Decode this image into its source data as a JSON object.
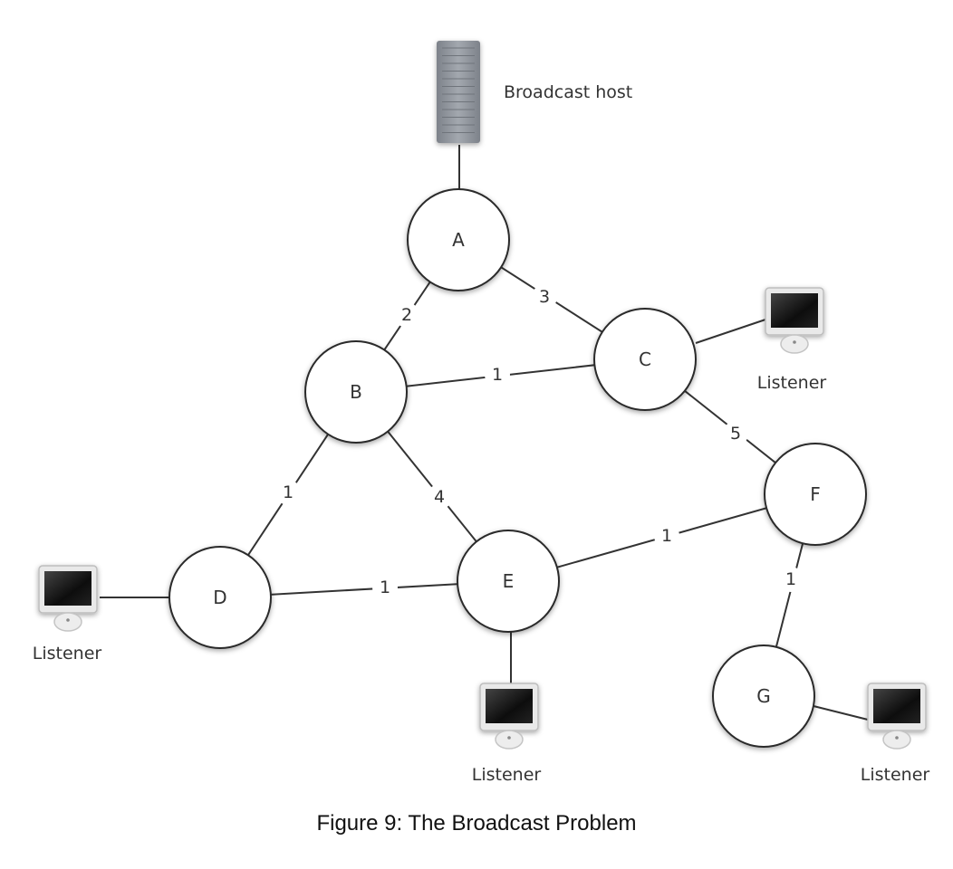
{
  "broadcast_host": {
    "label": "Broadcast host",
    "icon": "server-tower-icon"
  },
  "nodes": [
    {
      "id": "A",
      "label": "A"
    },
    {
      "id": "B",
      "label": "B"
    },
    {
      "id": "C",
      "label": "C"
    },
    {
      "id": "D",
      "label": "D"
    },
    {
      "id": "E",
      "label": "E"
    },
    {
      "id": "F",
      "label": "F"
    },
    {
      "id": "G",
      "label": "G"
    }
  ],
  "edges": [
    {
      "from": "A",
      "to": "B",
      "weight": "2"
    },
    {
      "from": "A",
      "to": "C",
      "weight": "3"
    },
    {
      "from": "B",
      "to": "C",
      "weight": "1"
    },
    {
      "from": "B",
      "to": "D",
      "weight": "1"
    },
    {
      "from": "B",
      "to": "E",
      "weight": "4"
    },
    {
      "from": "D",
      "to": "E",
      "weight": "1"
    },
    {
      "from": "E",
      "to": "F",
      "weight": "1"
    },
    {
      "from": "C",
      "to": "F",
      "weight": "5"
    },
    {
      "from": "F",
      "to": "G",
      "weight": "1"
    }
  ],
  "listeners": [
    {
      "node": "C",
      "label": "Listener",
      "icon": "computer-monitor-icon"
    },
    {
      "node": "D",
      "label": "Listener",
      "icon": "computer-monitor-icon"
    },
    {
      "node": "E",
      "label": "Listener",
      "icon": "computer-monitor-icon"
    },
    {
      "node": "G",
      "label": "Listener",
      "icon": "computer-monitor-icon"
    }
  ],
  "caption": "Figure 9: The Broadcast Problem",
  "colors": {
    "stroke": "#2a2a2a",
    "monitor_screen": "#1a1a1a",
    "server_body": "#8a8f96"
  }
}
